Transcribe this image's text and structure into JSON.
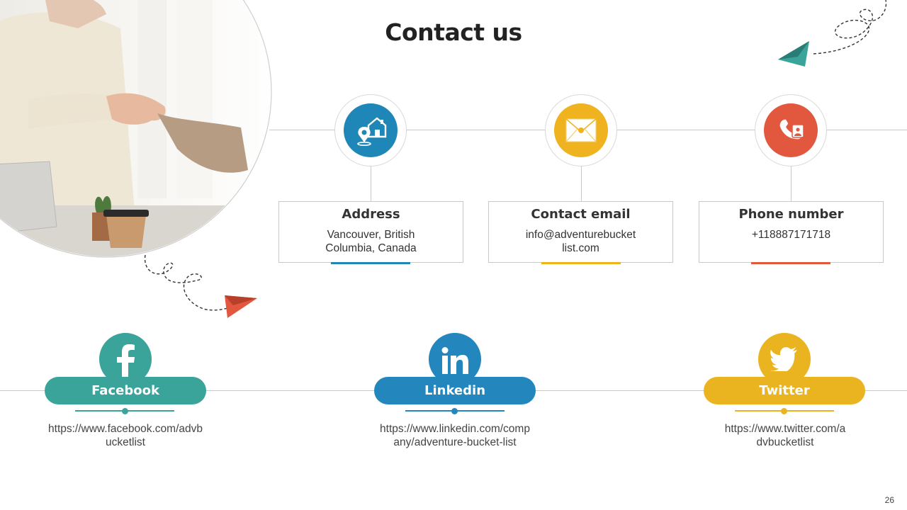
{
  "title": "Contact us",
  "colors": {
    "blue": "#1f86b8",
    "yellow": "#f0b320",
    "red": "#e2583e",
    "teal": "#3aa39a",
    "linkedin": "#2386bd",
    "twitter": "#eab420"
  },
  "photo": {
    "icon": "handshake-photo"
  },
  "contacts": [
    {
      "title": "Address",
      "text": "Vancouver, British Columbia, Canada",
      "icon": "house-location-icon"
    },
    {
      "title": "Contact email",
      "text": "info@adventurebucketlist.com",
      "icon": "envelope-icon"
    },
    {
      "title": "Phone number",
      "text": "+118887171718",
      "icon": "phone-icon"
    }
  ],
  "social": [
    {
      "name": "Facebook",
      "url": "https://www.facebook.com/advbucketlist",
      "icon": "facebook-icon"
    },
    {
      "name": "Linkedin",
      "url": "https://www.linkedin.com/company/adventure-bucket-list",
      "icon": "linkedin-icon"
    },
    {
      "name": "Twitter",
      "url": "https://www.twitter.com/advbucketlist",
      "icon": "twitter-icon"
    }
  ],
  "page_number": "26"
}
